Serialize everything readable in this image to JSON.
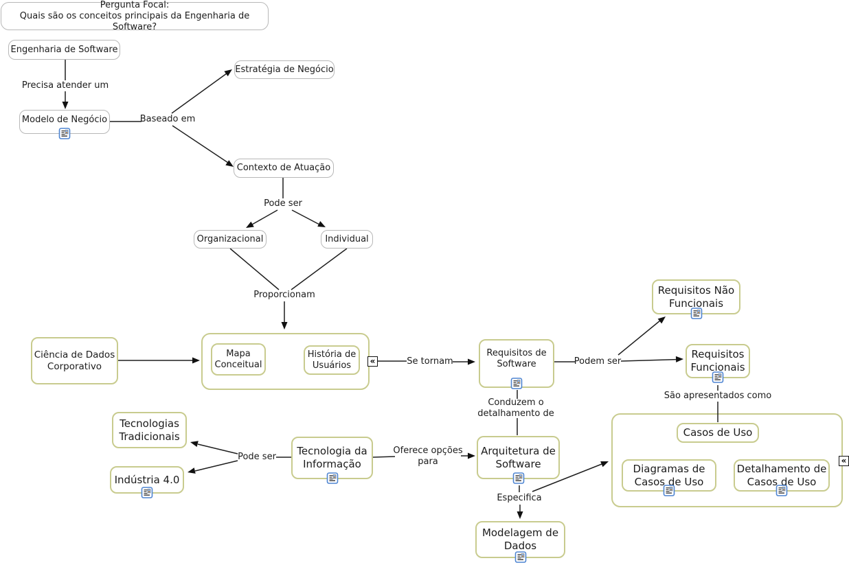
{
  "focal_question": "Pergunta Focal:\nQuais são os conceitos principais da Engenharia de Software?",
  "concepts": {
    "engenharia_software": "Engenharia de Software",
    "modelo_negocio": "Modelo de Negócio",
    "estrategia_negocio": "Estratégia de Negócio",
    "contexto_atuacao": "Contexto de Atuação",
    "organizacional": "Organizacional",
    "individual": "Individual",
    "mapa_conceitual": "Mapa\nConceitual",
    "historia_usuarios": "História de\nUsuários",
    "ciencia_dados": "Ciência de Dados\nCorporativo",
    "requisitos_software": "Requisitos de\nSoftware",
    "requisitos_nao_funcionais": "Requisitos Não\nFuncionais",
    "requisitos_funcionais": "Requisitos\nFuncionais",
    "casos_uso": "Casos de Uso",
    "diagramas_casos_uso": "Diagramas de\nCasos de Uso",
    "detalhamento_casos_uso": "Detalhamento de\nCasos de Uso",
    "tecnologias_tradicionais": "Tecnologias\nTradicionais",
    "industria_40": "Indústria 4.0",
    "tecnologia_informacao": "Tecnologia da\nInformação",
    "arquitetura_software": "Arquitetura de\nSoftware",
    "modelagem_dados": "Modelagem de\nDados"
  },
  "links": {
    "precisa_atender_um": "Precisa atender um",
    "baseado_em": "Baseado em",
    "pode_ser_1": "Pode ser",
    "proporcionam": "Proporcionam",
    "se_tornam": "Se tornam",
    "podem_ser": "Podem ser",
    "sao_apresentados_como": "São apresentados como",
    "conduzem_detalhamento": "Conduzem o\ndetalhamento de",
    "pode_ser_2": "Pode ser",
    "oferece_opcoes": "Oferece opções\npara",
    "especifica": "Especifica"
  },
  "icons": {
    "resource_icon_name": "document-resource-icon",
    "collapse_glyph": "«"
  },
  "colors": {
    "node_border_gray": "#b7b7b7",
    "node_border_olive": "#c8cb8e",
    "icon_border_blue": "#4d84d1",
    "line": "#1e1e1e",
    "background": "#ffffff"
  }
}
